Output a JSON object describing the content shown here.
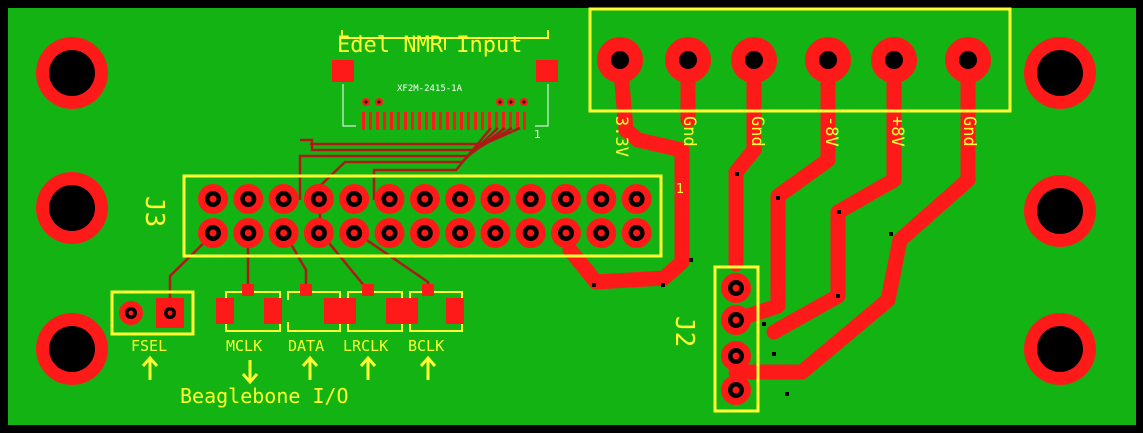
{
  "colors": {
    "background": "#000000",
    "board": "#12b312",
    "copper": "#ff1a1a",
    "silkscreen": "#ffff33",
    "hole": "#000000"
  },
  "top_connector": {
    "title": "Edel NMR Input",
    "part_number": "XF2M-2415-1A",
    "pin1_marker": "1"
  },
  "power_connector": {
    "labels": [
      "3.3V",
      "Gnd",
      "Gnd",
      "-8V",
      "+8V",
      "Gnd"
    ]
  },
  "j3": {
    "designator": "J3",
    "pin1_marker": "1"
  },
  "j2": {
    "designator": "J2"
  },
  "io": {
    "fsel_label": "FSEL",
    "signals": [
      {
        "label": "MCLK",
        "direction": "down"
      },
      {
        "label": "DATA",
        "direction": "up"
      },
      {
        "label": "LRCLK",
        "direction": "up"
      },
      {
        "label": "BCLK",
        "direction": "up"
      }
    ],
    "fsel_direction": "up",
    "footer": "Beaglebone I/O"
  },
  "icons": {
    "arrow_up": "arrow-up-icon",
    "arrow_down": "arrow-down-icon",
    "mounting_hole": "mounting-hole-icon"
  }
}
